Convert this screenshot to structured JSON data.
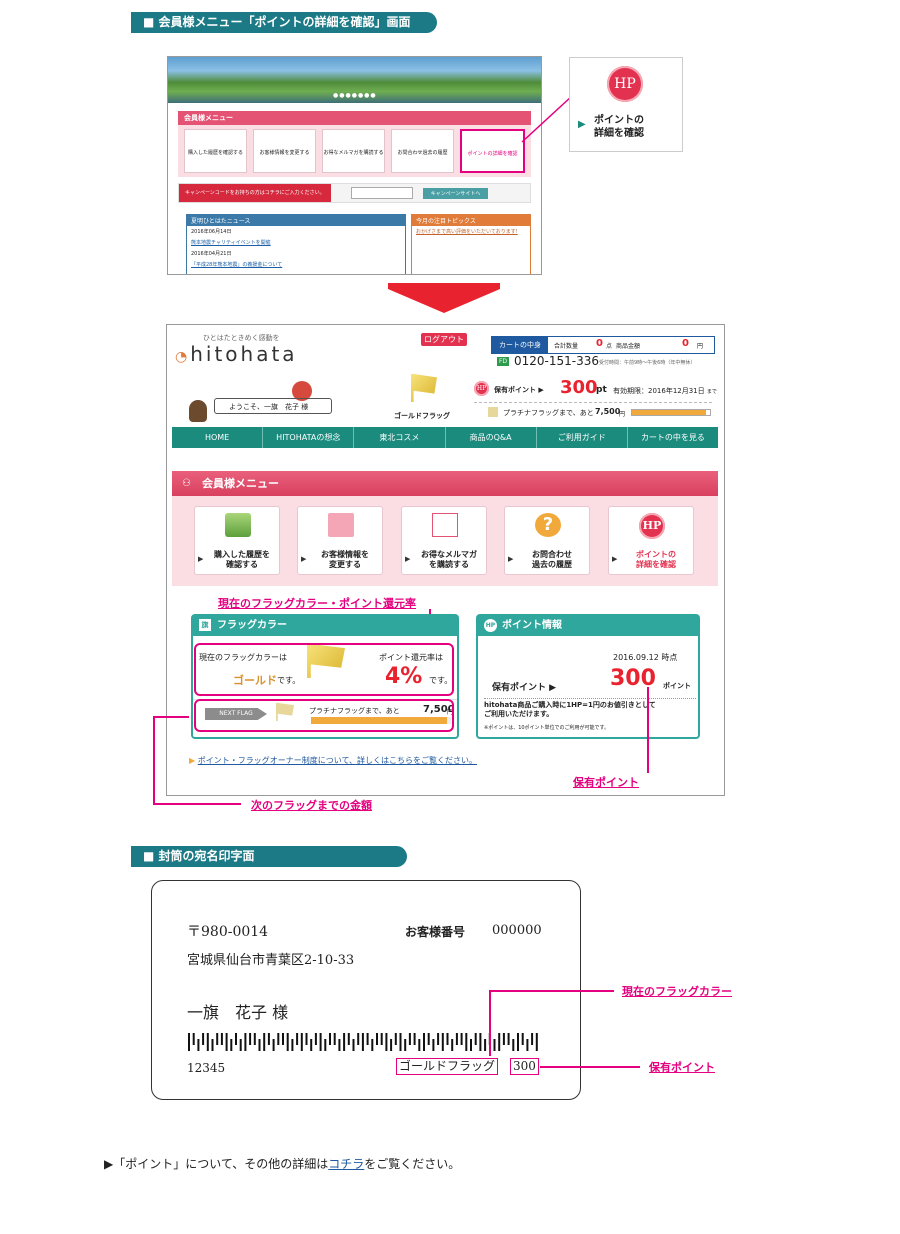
{
  "section1": {
    "title": "会員様メニュー「ポイントの詳細を確認」画面"
  },
  "thumb": {
    "dots": "●●●●●●●",
    "menu_title": "会員様メニュー",
    "cards": [
      "購入した履歴を確認する",
      "お客様情報を変更する",
      "お得なメルマガを購読する",
      "お問合わせ過去の履歴",
      "ポイントの詳細を確認"
    ],
    "campaign_text": "キャンペーンコードをお持ちの方はコチラにご入力ください。",
    "campaign_button": "キャンペーンサイトへ",
    "news_title": "夏明ひとはたニュース",
    "news_items": [
      "2016年06月14日",
      "熊本地震チャリティイベントを開催",
      "2016年04月21日",
      "「平成28年熊本地震」の義援金について"
    ],
    "topics_title": "今月の注目トピックス",
    "topics_text": "おかげさまで高い評価をいただいております!"
  },
  "callout": {
    "hp_label": "HP",
    "text_line1": "ポイントの",
    "text_line2": "詳細を確認"
  },
  "header": {
    "tagline": "ひとはたときめく感動を",
    "logo": "hitohata",
    "logout": "ログアウト",
    "cart_label": "カートの中身",
    "cart_qty_label": "合計数量",
    "cart_qty": "0",
    "cart_qty_unit": "点",
    "cart_amount_label": "商品金額",
    "cart_amount": "0",
    "cart_amount_unit": "円",
    "phone": "0120-151-336",
    "phone_hours": "受付時間：午前9時〜午後6時（年中無休）",
    "points_label": "保有ポイント ▶",
    "points_value": "300",
    "points_unit": "pt",
    "expiry": "有効期限：2016年12月31日",
    "expiry_suffix": "まで",
    "next_flag_text": "プラチナフラッグまで、あと",
    "next_flag_amount": "7,500",
    "next_flag_unit": "円",
    "next_flag_progress": 0.95,
    "welcome": "ようこそ、一旗　花子 様",
    "flag_label": "ゴールドフラッグ"
  },
  "nav": [
    "HOME",
    "HITOHATAの想念",
    "東北コスメ",
    "商品のQ&A",
    "ご利用ガイド",
    "カートの中を見る"
  ],
  "member_menu": {
    "title": "会員様メニュー",
    "cards": [
      {
        "line1": "購入した履歴を",
        "line2": "確認する"
      },
      {
        "line1": "お客様情報を",
        "line2": "変更する"
      },
      {
        "line1": "お得なメルマガ",
        "line2": "を購読する"
      },
      {
        "line1": "お問合わせ",
        "line2": "過去の履歴"
      },
      {
        "line1": "ポイントの",
        "line2": "詳細を確認"
      }
    ],
    "hp_label": "HP"
  },
  "flag_panel": {
    "title": "フラッグカラー",
    "current_label": "現在のフラッグカラーは",
    "current_value": "ゴールド",
    "current_suffix": "です。",
    "rate_label": "ポイント還元率は",
    "rate_value": "4%",
    "rate_suffix": "です。",
    "next_badge": "NEXT FLAG",
    "next_text": "プラチナフラッグまで、あと",
    "next_amount": "7,500",
    "next_unit": "円",
    "next_progress": 0.97
  },
  "point_panel": {
    "title": "ポイント情報",
    "date": "2016.09.12 時点",
    "held_label": "保有ポイント ▶",
    "held_value": "300",
    "held_unit": "ポイント",
    "note1": "hitohata商品ご購入時に1HP=1円のお値引きとして",
    "note2": "ご利用いただけます。",
    "note3": "※ポイントは、10ポイント単位でのご利用が可能です。"
  },
  "owner_link": "ポイント・フラッグオーナー制度について、詳しくはこちらをご覧ください。",
  "annotations": {
    "flag_rate": "現在のフラッグカラー・ポイント還元率",
    "held_points": "保有ポイント",
    "next_flag": "次のフラッグまでの金額"
  },
  "section2": {
    "title": "封筒の宛名印字面"
  },
  "envelope": {
    "postal": "〒980-0014",
    "customer_no_label": "お客様番号",
    "customer_no": "000000",
    "address": "宮城県仙台市青葉区2-10-33",
    "name": "一旗　花子 様",
    "code": "12345",
    "flag": "ゴールドフラッグ",
    "points": "300",
    "ann_flag": "現在のフラッグカラー",
    "ann_points": "保有ポイント"
  },
  "footer": {
    "prefix": "▶「ポイント」について、その他の詳細は",
    "link": "コチラ",
    "suffix": "をご覧ください。"
  },
  "colors": {
    "teal": "#1b8b7e",
    "pink": "#e4007f",
    "red": "#e8232f",
    "rose": "#e55374"
  }
}
